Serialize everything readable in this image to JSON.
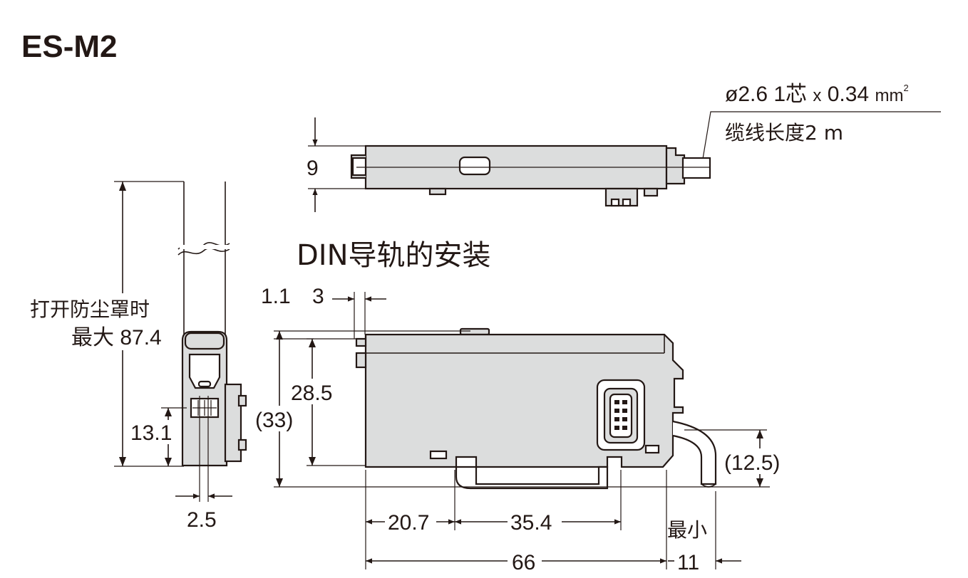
{
  "title": "ES-M2",
  "cable": {
    "spec_prefix": "ø2.6 1芯 ",
    "spec_times": "x",
    "spec_value": " 0.34 ",
    "spec_unit": "mm",
    "spec_sup": "2",
    "length": "缆线长度2 m"
  },
  "top_view": {
    "height_dim": "9"
  },
  "section_title": "DIN导轨的安装",
  "side_view": {
    "open_cover_line1": "打开防尘罩时",
    "open_cover_line2": "最大 87.4",
    "dim_13_1": "13.1",
    "dim_2_5": "2.5"
  },
  "din_view": {
    "dim_1_1": "1.1",
    "dim_3": "3",
    "dim_28_5": "28.5",
    "dim_33": "(33)",
    "dim_12_5": "(12.5)",
    "dim_20_7": "20.7",
    "dim_35_4": "35.4",
    "dim_66": "66",
    "min_label": "最小",
    "dim_11": "11"
  },
  "colors": {
    "housing": "#dcdddd",
    "ink": "#231815",
    "background": "#ffffff"
  }
}
